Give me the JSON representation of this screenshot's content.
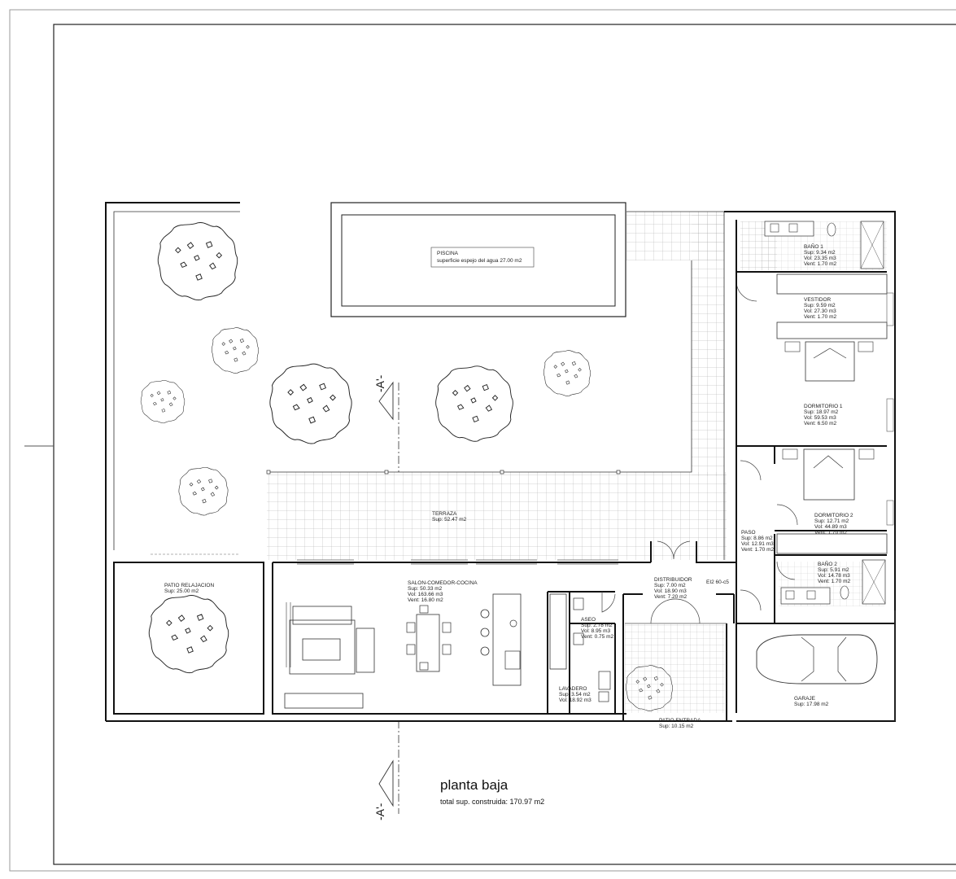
{
  "plan": {
    "title": "planta baja",
    "subtitle": "total sup. construida: 170.97 m2",
    "section_mark": "-A'-",
    "door_tag": "EI2 60-c5"
  },
  "rooms": {
    "piscina": {
      "name": "PISCINA",
      "line1": "superficie espejo del agua 27.00 m2"
    },
    "terraza": {
      "name": "TERRAZA",
      "line1": "Sup: 52.47 m2"
    },
    "patio_relajacion": {
      "name": "PATIO RELAJACION",
      "line1": "Sup: 25.00 m2"
    },
    "salon": {
      "name": "SALON-COMEDOR-COCINA",
      "line1": "Sup: 50.33 m2",
      "line2": "Vol: 163.66 m3",
      "line3": "Vent: 16.80 m2"
    },
    "distribuidor": {
      "name": "DISTRIBUIDOR",
      "line1": "Sup: 7.00 m2",
      "line2": "Vol: 18.90 m3",
      "line3": "Vent: 7.20 m2"
    },
    "aseo": {
      "name": "ASEO",
      "line1": "Sup: 2.78 m2",
      "line2": "Vol: 8.95 m3",
      "line3": "Vent: 0.75 m2"
    },
    "lavadero": {
      "name": "LAVADERO",
      "line1": "Sup: 3.54 m2",
      "line2": "Vol: 18.92 m3"
    },
    "patio_entrada": {
      "name": "PATIO ENTRADA",
      "line1": "Sup: 10.15 m2"
    },
    "garaje": {
      "name": "GARAJE",
      "line1": "Sup: 17.98 m2"
    },
    "bano1": {
      "name": "BAÑO 1",
      "line1": "Sup: 9.34 m2",
      "line2": "Vol: 23.35 m3",
      "line3": "Vent: 1.70 m2"
    },
    "vestidor": {
      "name": "VESTIDOR",
      "line1": "Sup: 9.59 m2",
      "line2": "Vol: 27.30 m3",
      "line3": "Vent: 1.70 m2"
    },
    "dormitorio1": {
      "name": "DORMITORIO 1",
      "line1": "Sup: 18.97 m2",
      "line2": "Vol: 59.53 m3",
      "line3": "Vent: 6.50 m2"
    },
    "dormitorio2": {
      "name": "DORMITORIO 2",
      "line1": "Sup: 12.71 m2",
      "line2": "Vol: 44.89 m3",
      "line3": "Vent: 1.70 m2"
    },
    "paso": {
      "name": "PASO",
      "line1": "Sup: 8.86 m2",
      "line2": "Vol: 12.91 m3",
      "line3": "Vent: 1.70 m2"
    },
    "bano2": {
      "name": "BAÑO 2",
      "line1": "Sup: 5.91 m2",
      "line2": "Vol: 14.78 m3",
      "line3": "Vent: 1.70 m2"
    }
  }
}
